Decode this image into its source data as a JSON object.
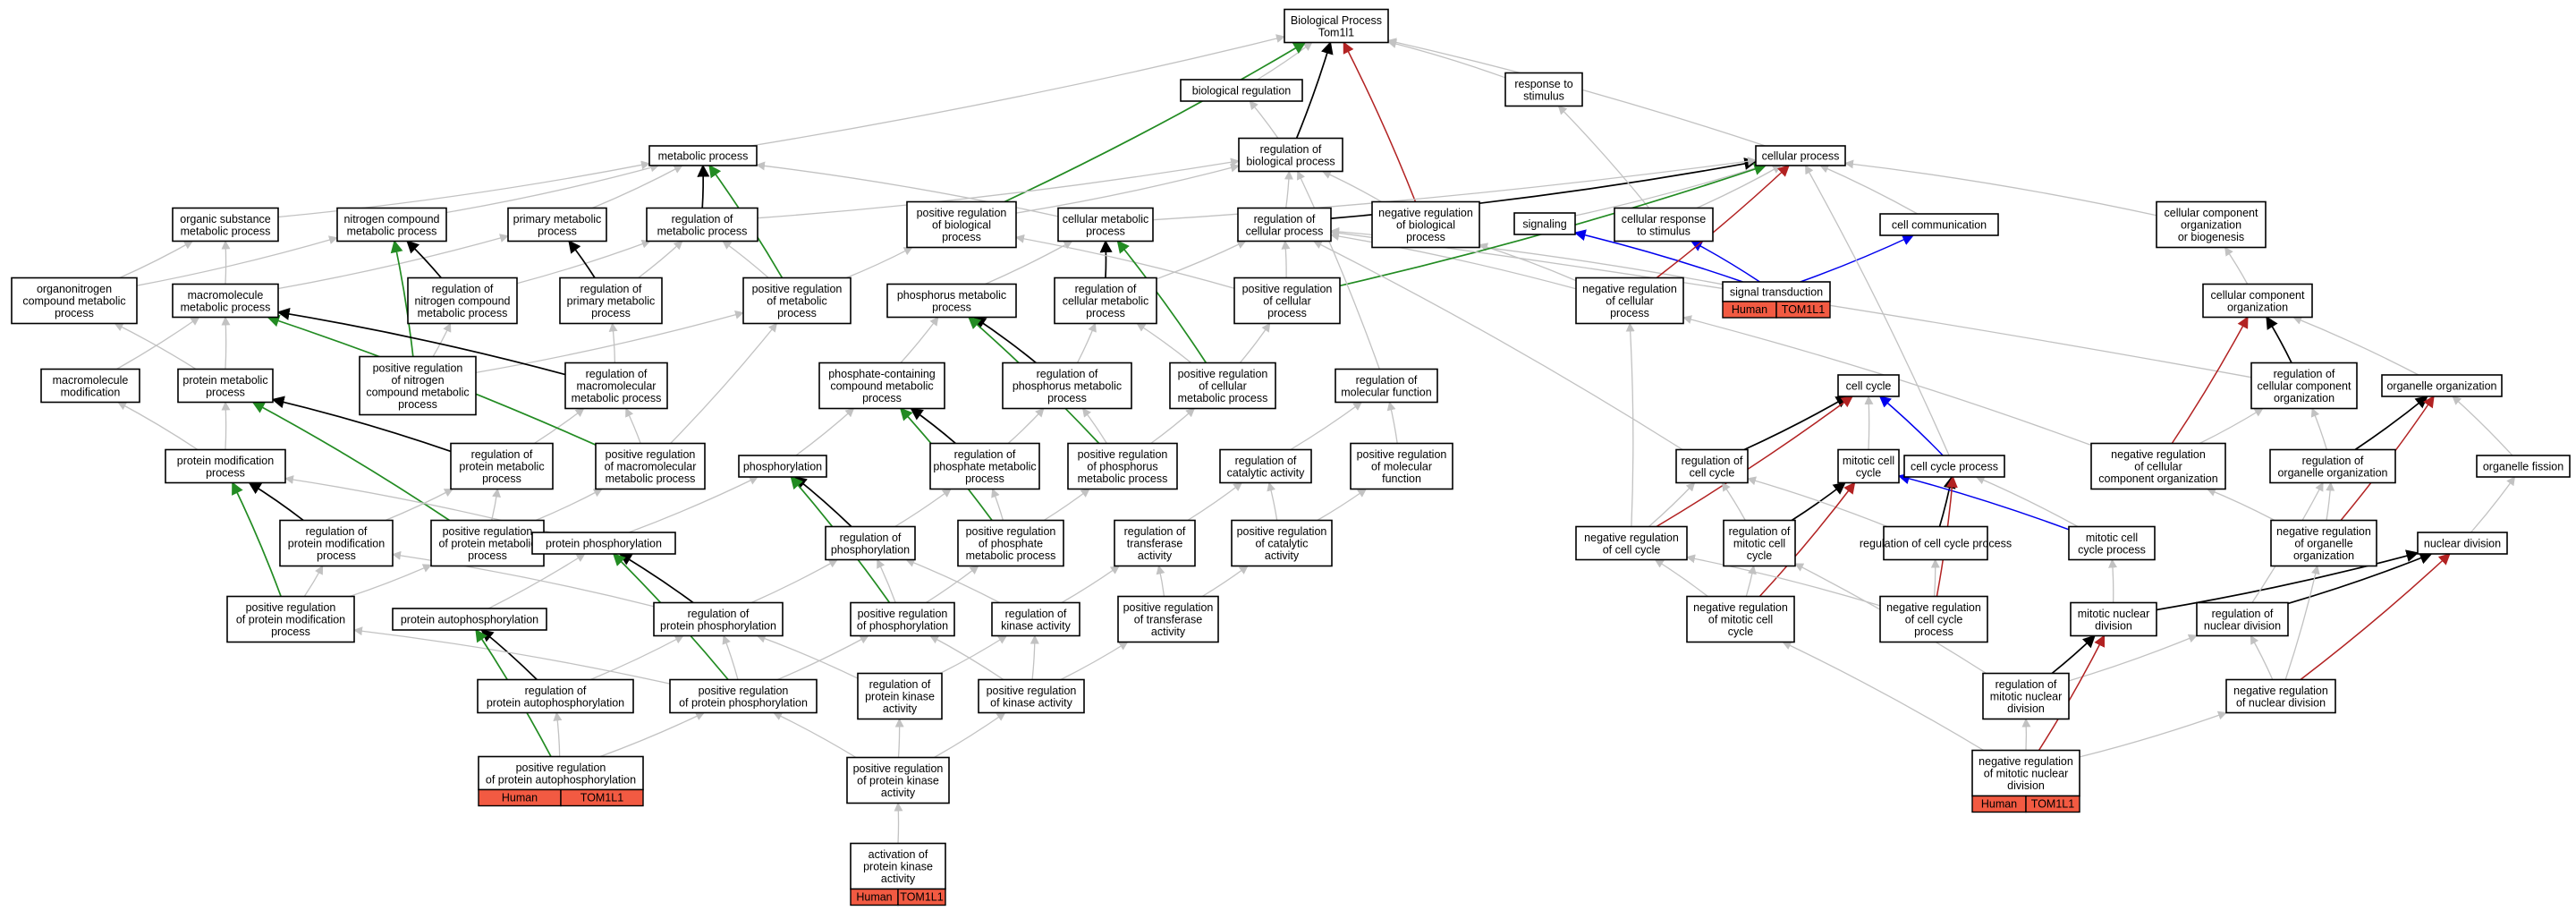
{
  "colors": {
    "is_a": "#c2c2c2",
    "regulates": "#000000",
    "positively_regulates": "#228b22",
    "negatively_regulates": "#b22222",
    "part_of": "#0000ee",
    "annotation_box": "#f25a42"
  },
  "nodes": [
    {
      "id": "bp",
      "lines": [
        "Biological Process",
        "Tom1l1"
      ]
    },
    {
      "id": "bioreg",
      "lines": [
        "biological regulation"
      ]
    },
    {
      "id": "resp_stim",
      "lines": [
        "response to",
        "stimulus"
      ]
    },
    {
      "id": "metab",
      "lines": [
        "metabolic process"
      ]
    },
    {
      "id": "reg_bio",
      "lines": [
        "regulation of",
        "biological process"
      ]
    },
    {
      "id": "cellular",
      "lines": [
        "cellular process"
      ]
    },
    {
      "id": "org_sub",
      "lines": [
        "organic substance",
        "metabolic process"
      ]
    },
    {
      "id": "nitro",
      "lines": [
        "nitrogen compound",
        "metabolic process"
      ]
    },
    {
      "id": "primary",
      "lines": [
        "primary metabolic",
        "process"
      ]
    },
    {
      "id": "reg_metab",
      "lines": [
        "regulation of",
        "metabolic process"
      ]
    },
    {
      "id": "pos_reg_bio",
      "lines": [
        "positive regulation",
        "of biological",
        "process"
      ]
    },
    {
      "id": "cell_metab",
      "lines": [
        "cellular metabolic",
        "process"
      ]
    },
    {
      "id": "reg_cellular",
      "lines": [
        "regulation of",
        "cellular process"
      ]
    },
    {
      "id": "neg_reg_bio",
      "lines": [
        "negative regulation",
        "of biological",
        "process"
      ]
    },
    {
      "id": "signaling",
      "lines": [
        "signaling"
      ]
    },
    {
      "id": "cell_resp",
      "lines": [
        "cellular response",
        "to stimulus"
      ]
    },
    {
      "id": "cell_comm",
      "lines": [
        "cell communication"
      ]
    },
    {
      "id": "ccob",
      "lines": [
        "cellular component",
        "organization",
        "or biogenesis"
      ]
    },
    {
      "id": "orgnitro",
      "lines": [
        "organonitrogen",
        "compound metabolic",
        "process"
      ]
    },
    {
      "id": "macro_metab",
      "lines": [
        "macromolecule",
        "metabolic process"
      ]
    },
    {
      "id": "reg_nitro",
      "lines": [
        "regulation of",
        "nitrogen compound",
        "metabolic process"
      ]
    },
    {
      "id": "reg_primary",
      "lines": [
        "regulation of",
        "primary metabolic",
        "process"
      ]
    },
    {
      "id": "pos_reg_metab",
      "lines": [
        "positive regulation",
        "of metabolic",
        "process"
      ]
    },
    {
      "id": "phosphorus",
      "lines": [
        "phosphorus metabolic",
        "process"
      ]
    },
    {
      "id": "reg_cell_metab",
      "lines": [
        "regulation of",
        "cellular metabolic",
        "process"
      ]
    },
    {
      "id": "pos_reg_cellular",
      "lines": [
        "positive regulation",
        "of cellular",
        "process"
      ]
    },
    {
      "id": "neg_reg_cellular",
      "lines": [
        "negative regulation",
        "of cellular",
        "process"
      ]
    },
    {
      "id": "sig_trans",
      "lines": [
        "signal transduction"
      ]
    },
    {
      "id": "cco",
      "lines": [
        "cellular component",
        "organization"
      ]
    },
    {
      "id": "macro_mod",
      "lines": [
        "macromolecule",
        "modification"
      ]
    },
    {
      "id": "prot_metab",
      "lines": [
        "protein metabolic",
        "process"
      ]
    },
    {
      "id": "pos_reg_nitro",
      "lines": [
        "positive regulation",
        "of nitrogen",
        "compound metabolic",
        "process"
      ]
    },
    {
      "id": "reg_macro",
      "lines": [
        "regulation of",
        "macromolecular",
        "metabolic process"
      ]
    },
    {
      "id": "phosphate",
      "lines": [
        "phosphate-containing",
        "compound metabolic",
        "process"
      ]
    },
    {
      "id": "reg_phosphorus",
      "lines": [
        "regulation of",
        "phosphorus metabolic",
        "process"
      ]
    },
    {
      "id": "pos_reg_cell_metab",
      "lines": [
        "positive regulation",
        "of cellular",
        "metabolic process"
      ]
    },
    {
      "id": "reg_mol_func",
      "lines": [
        "regulation of",
        "molecular function"
      ]
    },
    {
      "id": "cell_cycle",
      "lines": [
        "cell cycle"
      ]
    },
    {
      "id": "reg_cco",
      "lines": [
        "regulation of",
        "cellular component",
        "organization"
      ]
    },
    {
      "id": "organelle_org",
      "lines": [
        "organelle organization"
      ]
    },
    {
      "id": "prot_mod",
      "lines": [
        "protein modification",
        "process"
      ]
    },
    {
      "id": "reg_prot_metab",
      "lines": [
        "regulation of",
        "protein metabolic",
        "process"
      ]
    },
    {
      "id": "pos_reg_macro",
      "lines": [
        "positive regulation",
        "of macromolecular",
        "metabolic process"
      ]
    },
    {
      "id": "phosphorylation",
      "lines": [
        "phosphorylation"
      ]
    },
    {
      "id": "reg_phosphate",
      "lines": [
        "regulation of",
        "phosphate metabolic",
        "process"
      ]
    },
    {
      "id": "pos_reg_phosphorus",
      "lines": [
        "positive regulation",
        "of phosphorus",
        "metabolic process"
      ]
    },
    {
      "id": "reg_cat",
      "lines": [
        "regulation of",
        "catalytic activity"
      ]
    },
    {
      "id": "pos_reg_mol_func",
      "lines": [
        "positive regulation",
        "of molecular",
        "function"
      ]
    },
    {
      "id": "reg_cell_cycle",
      "lines": [
        "regulation of",
        "cell cycle"
      ]
    },
    {
      "id": "mitotic_cc",
      "lines": [
        "mitotic cell",
        "cycle"
      ]
    },
    {
      "id": "cc_process",
      "lines": [
        "cell cycle process"
      ]
    },
    {
      "id": "neg_reg_cco",
      "lines": [
        "negative regulation",
        "of cellular",
        "component organization"
      ]
    },
    {
      "id": "reg_org_org",
      "lines": [
        "regulation of",
        "organelle organization"
      ]
    },
    {
      "id": "org_fission",
      "lines": [
        "organelle fission"
      ]
    },
    {
      "id": "reg_prot_mod",
      "lines": [
        "regulation of",
        "protein modification",
        "process"
      ]
    },
    {
      "id": "pos_reg_prot_metab",
      "lines": [
        "positive regulation",
        "of protein metabolic",
        "process"
      ]
    },
    {
      "id": "prot_phos",
      "lines": [
        "protein phosphorylation"
      ]
    },
    {
      "id": "reg_phosphorylation",
      "lines": [
        "regulation of",
        "phosphorylation"
      ]
    },
    {
      "id": "pos_reg_phosphate",
      "lines": [
        "positive regulation",
        "of phosphate",
        "metabolic process"
      ]
    },
    {
      "id": "reg_transferase",
      "lines": [
        "regulation of",
        "transferase",
        "activity"
      ]
    },
    {
      "id": "pos_reg_cat",
      "lines": [
        "positive regulation",
        "of catalytic",
        "activity"
      ]
    },
    {
      "id": "neg_reg_cell_cycle",
      "lines": [
        "negative regulation",
        "of cell cycle"
      ]
    },
    {
      "id": "reg_mitotic_cc",
      "lines": [
        "regulation of",
        "mitotic cell",
        "cycle"
      ]
    },
    {
      "id": "reg_cc_process",
      "lines": [
        "regulation of cell cycle process"
      ]
    },
    {
      "id": "mitotic_cc_process",
      "lines": [
        "mitotic cell",
        "cycle process"
      ]
    },
    {
      "id": "neg_reg_org_org",
      "lines": [
        "negative regulation",
        "of organelle",
        "organization"
      ]
    },
    {
      "id": "nuclear_div",
      "lines": [
        "nuclear division"
      ]
    },
    {
      "id": "pos_reg_prot_mod",
      "lines": [
        "positive regulation",
        "of protein modification",
        "process"
      ]
    },
    {
      "id": "prot_autophos",
      "lines": [
        "protein autophosphorylation"
      ]
    },
    {
      "id": "reg_prot_phos",
      "lines": [
        "regulation of",
        "protein phosphorylation"
      ]
    },
    {
      "id": "pos_reg_phosphorylation",
      "lines": [
        "positive regulation",
        "of phosphorylation"
      ]
    },
    {
      "id": "reg_kinase",
      "lines": [
        "regulation of",
        "kinase activity"
      ]
    },
    {
      "id": "pos_reg_transferase",
      "lines": [
        "positive regulation",
        "of transferase",
        "activity"
      ]
    },
    {
      "id": "neg_reg_mitotic_cc",
      "lines": [
        "negative regulation",
        "of mitotic cell",
        "cycle"
      ]
    },
    {
      "id": "neg_reg_cc_process",
      "lines": [
        "negative regulation",
        "of cell cycle",
        "process"
      ]
    },
    {
      "id": "mitotic_nuclear_div",
      "lines": [
        "mitotic nuclear",
        "division"
      ]
    },
    {
      "id": "reg_nuclear_div",
      "lines": [
        "regulation of",
        "nuclear division"
      ]
    },
    {
      "id": "reg_prot_autophos",
      "lines": [
        "regulation of",
        "protein autophosphorylation"
      ]
    },
    {
      "id": "pos_reg_prot_phos",
      "lines": [
        "positive regulation",
        "of protein phosphorylation"
      ]
    },
    {
      "id": "reg_prot_kinase",
      "lines": [
        "regulation of",
        "protein kinase",
        "activity"
      ]
    },
    {
      "id": "pos_reg_kinase",
      "lines": [
        "positive regulation",
        "of kinase activity"
      ]
    },
    {
      "id": "reg_mitotic_nuclear_div",
      "lines": [
        "regulation of",
        "mitotic nuclear",
        "division"
      ]
    },
    {
      "id": "neg_reg_nuclear_div",
      "lines": [
        "negative regulation",
        "of nuclear division"
      ]
    },
    {
      "id": "pos_reg_prot_autophos",
      "lines": [
        "positive regulation",
        "of protein autophosphorylation"
      ],
      "annot": [
        "Human",
        "TOM1L1"
      ]
    },
    {
      "id": "pos_reg_prot_kinase",
      "lines": [
        "positive regulation",
        "of protein kinase",
        "activity"
      ]
    },
    {
      "id": "neg_reg_mitotic_nuclear_div",
      "lines": [
        "negative regulation",
        "of mitotic nuclear",
        "division"
      ],
      "annot": [
        "Human",
        "TOM1L1"
      ]
    },
    {
      "id": "act_prot_kinase",
      "lines": [
        "activation of",
        "protein kinase",
        "activity"
      ],
      "annot": [
        "Human",
        "TOM1L1"
      ]
    }
  ],
  "sig_trans_annot": [
    "Human",
    "TOM1L1"
  ]
}
